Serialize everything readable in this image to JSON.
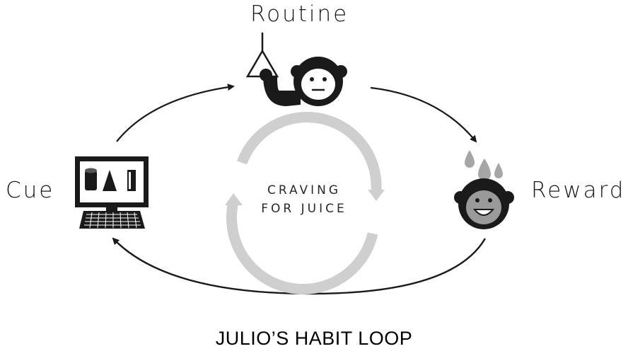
{
  "diagram": {
    "caption": "JULIO’S HABIT LOOP",
    "nodes": {
      "routine": {
        "label": "Routine",
        "icon": "monkey-pulling-lever-icon"
      },
      "cue": {
        "label": "Cue",
        "icon": "computer-shapes-icon"
      },
      "reward": {
        "label": "Reward",
        "icon": "smiling-monkey-juice-drops-icon"
      }
    },
    "center": {
      "line1": "CRAVING",
      "line2": "FOR JUICE",
      "icon": "cycle-arrows-icon"
    },
    "colors": {
      "ink": "#1a1a1a",
      "cycle": "#cfcfcf",
      "drops": "#a6a6a6",
      "monkey_face": "#9a9a9a"
    }
  }
}
